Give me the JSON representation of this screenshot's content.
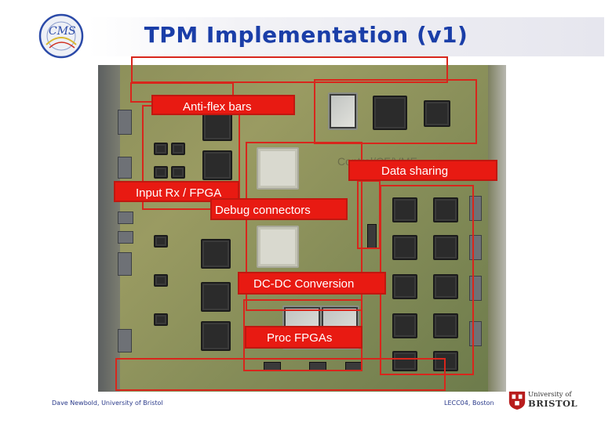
{
  "slide": {
    "title": "TPM Implementation (v1)"
  },
  "labels": {
    "anti_flex": "Anti-flex bars",
    "control": "Control/CF/VME",
    "data_sharing": "Data sharing",
    "input_rx": "Input Rx / FPGA",
    "debug": "Debug connectors",
    "dcdc": "DC-DC Conversion",
    "proc": "Proc FPGAs"
  },
  "footer": {
    "author": "Dave Newbold, University of Bristol",
    "event": "LECC04, Boston"
  },
  "logos": {
    "left": "CMS",
    "right_line1": "University of",
    "right_line2": "BRISTOL"
  },
  "colors": {
    "title": "#1a3ea8",
    "highlight": "#d8261c",
    "label_fill": "#e81a12"
  }
}
